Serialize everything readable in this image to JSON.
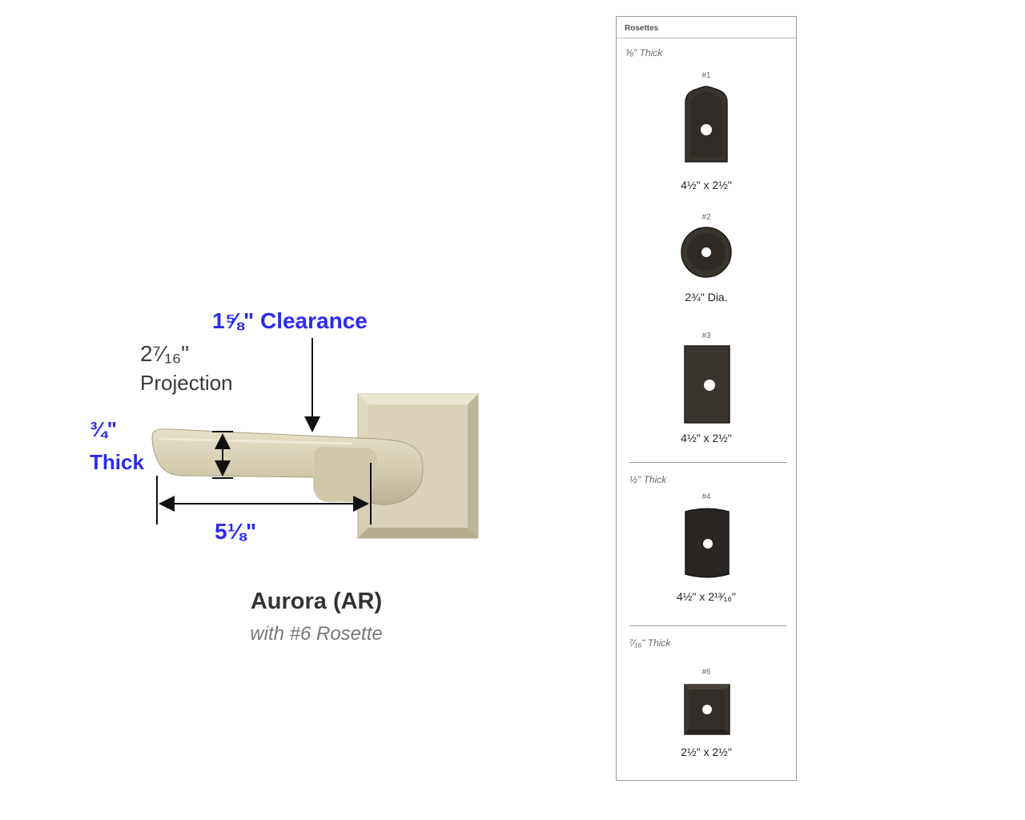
{
  "diagram": {
    "clearance_label": "1⅝\" Clearance",
    "projection_value": "2⁷⁄₁₆\"",
    "projection_label": "Projection",
    "thick_value": "¾\"",
    "thick_label": "Thick",
    "length_label": "5⅛\"",
    "title": "Aurora (AR)",
    "subtitle": "with #6 Rosette"
  },
  "rosettes_panel": {
    "header": "Rosettes",
    "groups": [
      {
        "label": "⅜\" Thick",
        "items": [
          {
            "number": "#1",
            "size": "4½\" x 2½\"",
            "shape": "arched-rectangle"
          },
          {
            "number": "#2",
            "size": "2¾\" Dia.",
            "shape": "round"
          },
          {
            "number": "#3",
            "size": "4½\" x 2½\"",
            "shape": "rectangle"
          }
        ]
      },
      {
        "label": "½\" Thick",
        "items": [
          {
            "number": "#4",
            "size": "4½\" x 2¹³⁄₁₆\"",
            "shape": "curved-rectangle"
          }
        ]
      },
      {
        "label": "⁷⁄₁₆\" Thick",
        "items": [
          {
            "number": "#6",
            "size": "2½\" x 2½\"",
            "shape": "square"
          }
        ]
      }
    ]
  },
  "colors": {
    "dimension_blue": "#2b2bf0",
    "lever_finish": "#d6cfb2",
    "rosette_finish": "#2f2b27"
  }
}
